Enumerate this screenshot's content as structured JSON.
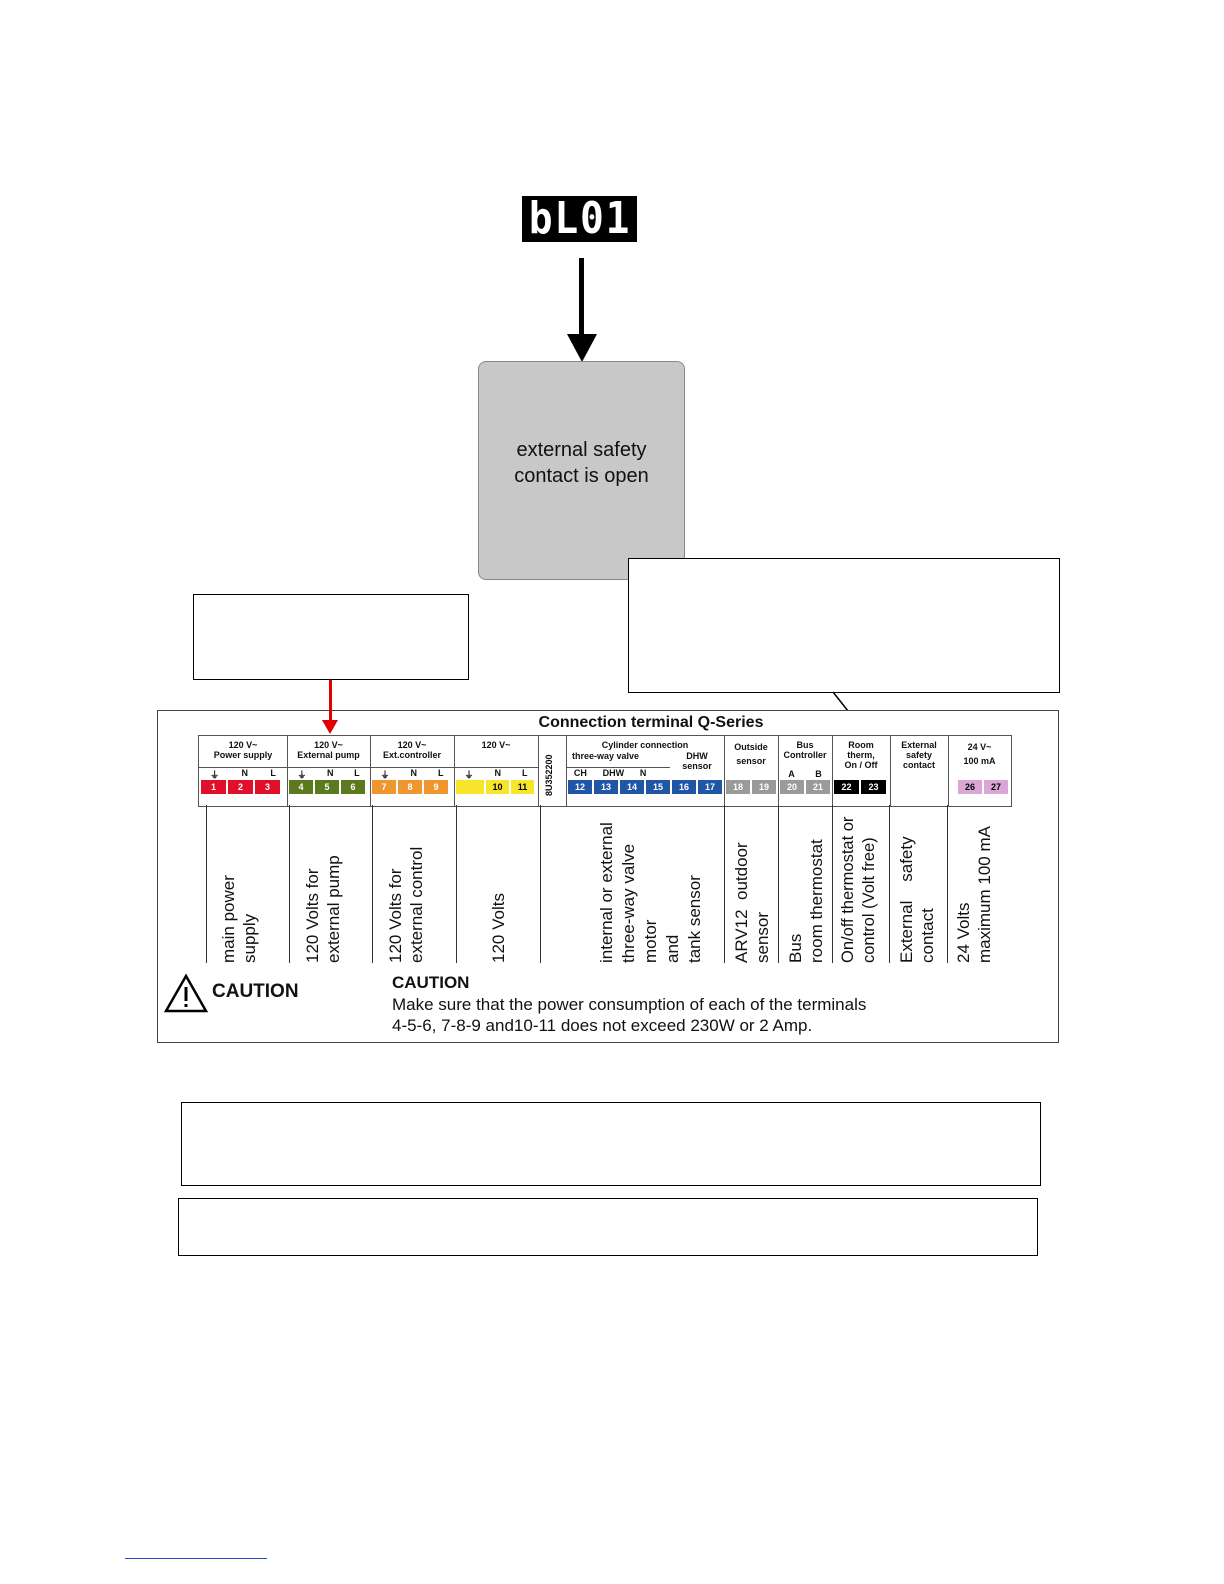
{
  "display": {
    "code": "bL01"
  },
  "status_box": {
    "text": "external safety contact is open"
  },
  "panel": {
    "title": "Connection terminal Q-Series",
    "groups": [
      {
        "id": "power",
        "head1": "120 V~",
        "head2": "Power supply",
        "subs": [
          "⏚",
          "N",
          "L"
        ],
        "numbers": [
          "1",
          "2",
          "3"
        ],
        "color": "#e0102a"
      },
      {
        "id": "pump",
        "head1": "120 V~",
        "head2": "External pump",
        "subs": [
          "⏚",
          "N",
          "L"
        ],
        "numbers": [
          "4",
          "5",
          "6"
        ],
        "color": "#5b7a1e"
      },
      {
        "id": "ext",
        "head1": "120 V~",
        "head2": "Ext.controller",
        "subs": [
          "⏚",
          "N",
          "L"
        ],
        "numbers": [
          "7",
          "8",
          "9"
        ],
        "color": "#f0962e"
      },
      {
        "id": "v120",
        "head1": "120 V~",
        "head2": "",
        "subs": [
          "⏚",
          "N",
          "L"
        ],
        "numbers": [
          "10",
          "11"
        ],
        "color": "#f6e52a"
      },
      {
        "id": "code",
        "head1": "8U352200"
      },
      {
        "id": "cyl",
        "head1": "Cylinder connection",
        "head2": "three-way valve",
        "head3": "DHW sensor",
        "subs": [
          "CH",
          "DHW",
          "N"
        ],
        "numbers": [
          "12",
          "13",
          "14",
          "15",
          "16",
          "17"
        ],
        "color": "#1f56a6"
      },
      {
        "id": "outside",
        "head1": "Outside",
        "head2": "sensor",
        "numbers": [
          "18",
          "19"
        ],
        "color": "#9a9a9a"
      },
      {
        "id": "bus",
        "head1": "Bus",
        "head2": "Controller",
        "subs": [
          "A",
          "B"
        ],
        "numbers": [
          "20",
          "21"
        ],
        "color": "#9a9a9a"
      },
      {
        "id": "room",
        "head1": "Room",
        "head2": "therm,",
        "head3": "On / Off",
        "numbers": [
          "22",
          "23"
        ],
        "color": "#000000"
      },
      {
        "id": "safety",
        "head1": "External",
        "head2": "safety",
        "head3": "contact"
      },
      {
        "id": "v24",
        "head1": "24 V~",
        "head2": "100 mA",
        "numbers": [
          "26",
          "27"
        ],
        "color": "#d9a6d6"
      }
    ],
    "labels": {
      "main": "main power\nsupply",
      "pump": "120 Volts for\nexternal pump",
      "control": "120 Volts for\nexternal control",
      "v120": "120 Volts",
      "valve": "internal or external\nthree-way valve\nmotor\nand\ntank sensor",
      "outdoor": "ARV12  outdoor\nsensor",
      "bus": "Bus\nroom thermostat",
      "onoff": "On/off thermostat or\ncontrol (Volt free)",
      "safety": "External    safety\ncontact",
      "v24": "24 Volts\nmaximum 100 mA"
    },
    "caution_left": "CAUTION",
    "caution_title": "CAUTION",
    "caution_text1": "Make sure that the power consumption of each of the terminals",
    "caution_text2": "4-5-6, 7-8-9 and10-11 does not exceed 230W or 2 Amp."
  }
}
